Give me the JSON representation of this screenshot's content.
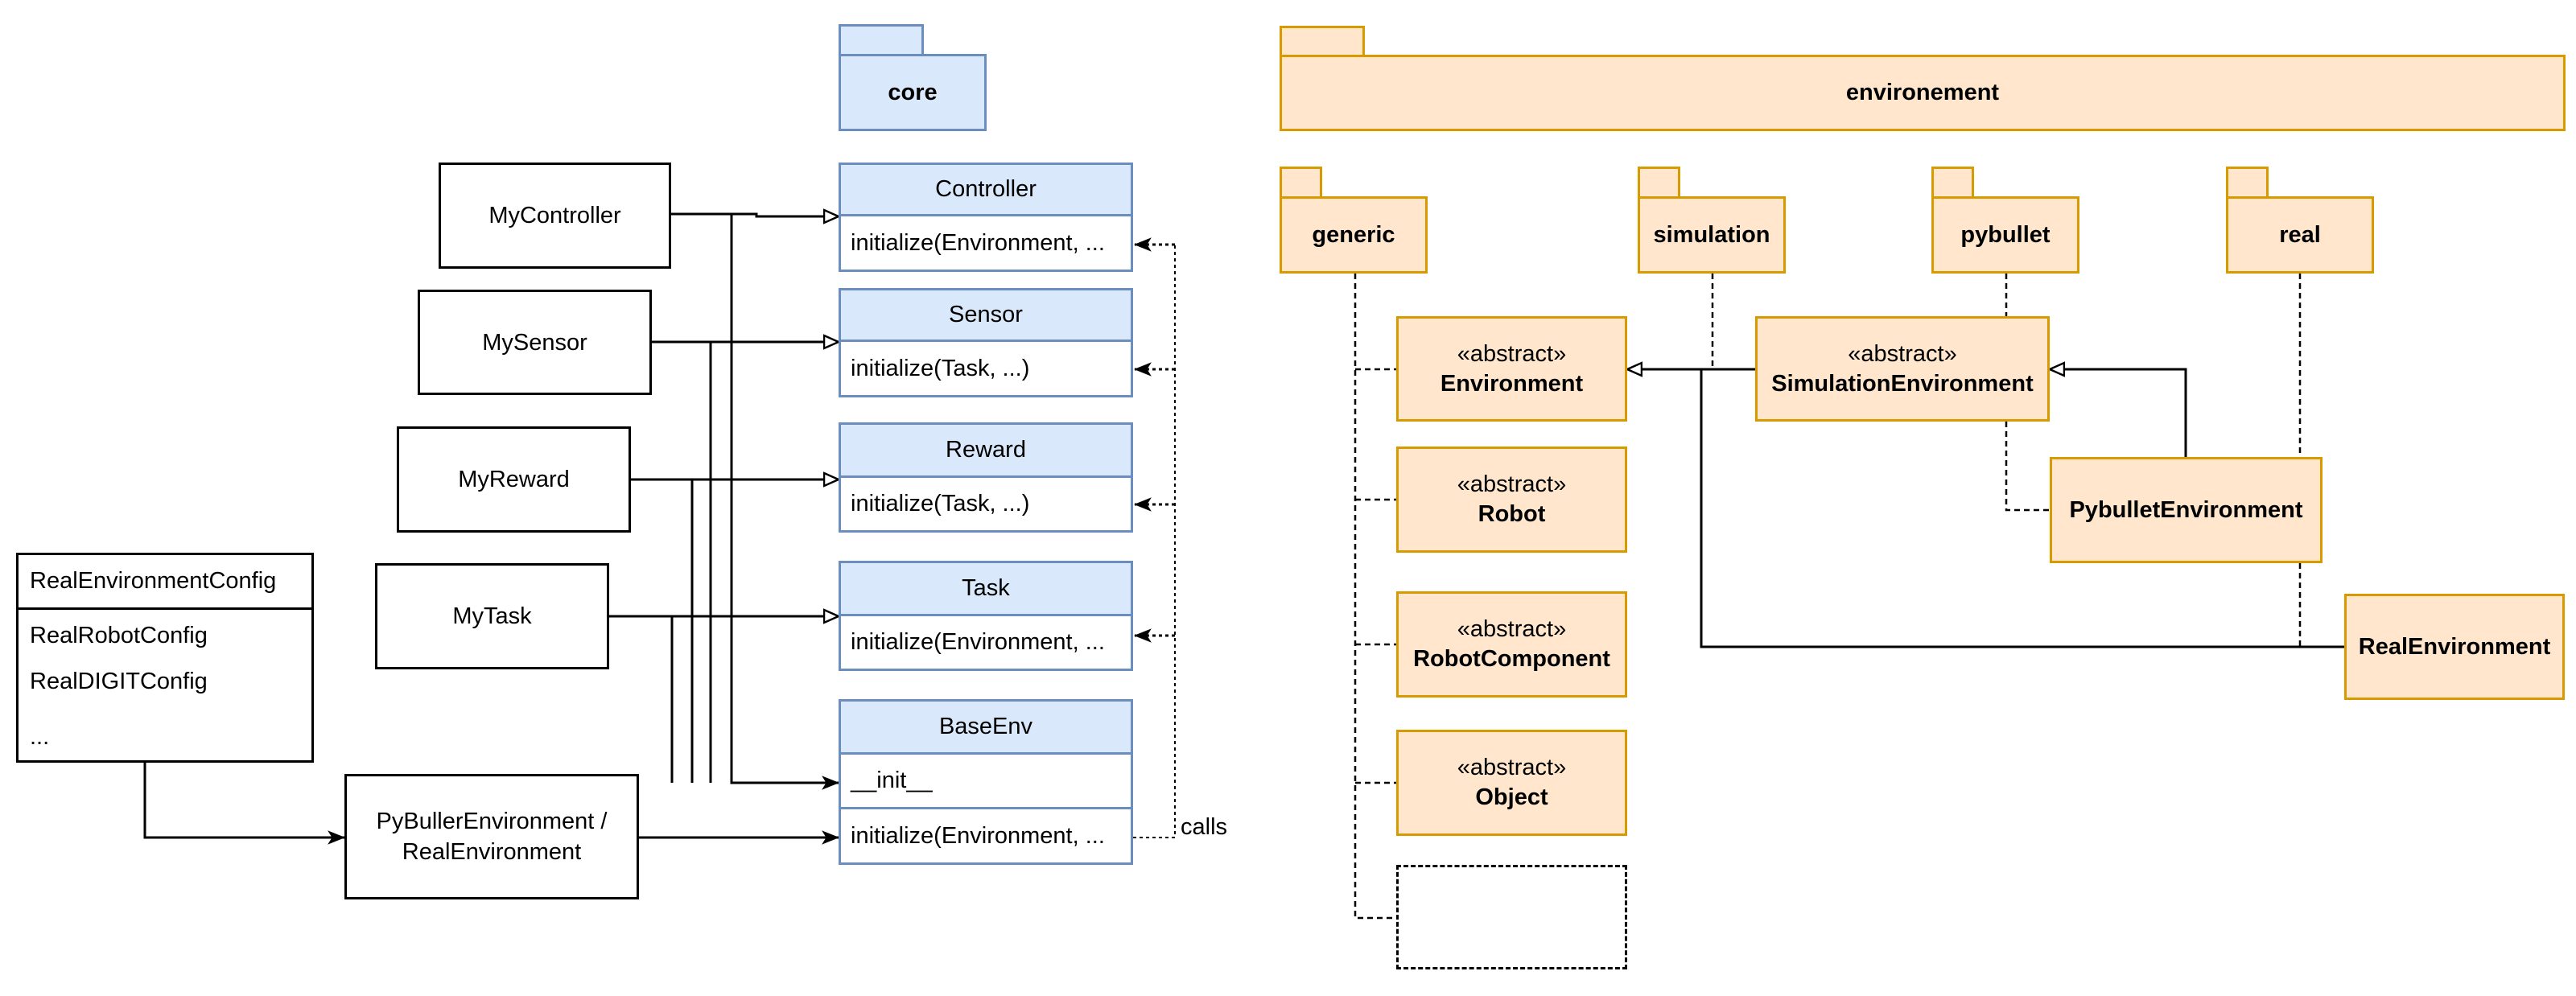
{
  "left": {
    "core_package": "core",
    "implementations": [
      "MyController",
      "MySensor",
      "MyReward",
      "MyTask"
    ],
    "core_classes": [
      {
        "name": "Controller",
        "method": "initialize(Environment, ..."
      },
      {
        "name": "Sensor",
        "method": "initialize(Task, ...)"
      },
      {
        "name": "Reward",
        "method": "initialize(Task, ...)"
      },
      {
        "name": "Task",
        "method": "initialize(Environment, ..."
      }
    ],
    "base_env": {
      "name": "BaseEnv",
      "init": "__init__",
      "method": "initialize(Environment, ..."
    },
    "calls_label": "calls",
    "config": {
      "title": "RealEnvironmentConfig",
      "items": [
        "RealRobotConfig",
        "RealDIGITConfig",
        "..."
      ]
    },
    "env_box": [
      "PyBullerEnvironment /",
      "RealEnvironment"
    ]
  },
  "right": {
    "env_package": "environement",
    "subpackages": [
      "generic",
      "simulation",
      "pybullet",
      "real"
    ],
    "stereotype": "«abstract»",
    "abstract_classes": [
      "Environment",
      "Robot",
      "RobotComponent",
      "Object"
    ],
    "simulation_class": "SimulationEnvironment",
    "pybullet_class": "PybulletEnvironment",
    "real_class": "RealEnvironment"
  },
  "colors": {
    "blue_fill": "#dae8fc",
    "blue_stroke": "#6c8ebf",
    "orange_fill": "#ffe6cc",
    "orange_stroke": "#d79b00"
  }
}
